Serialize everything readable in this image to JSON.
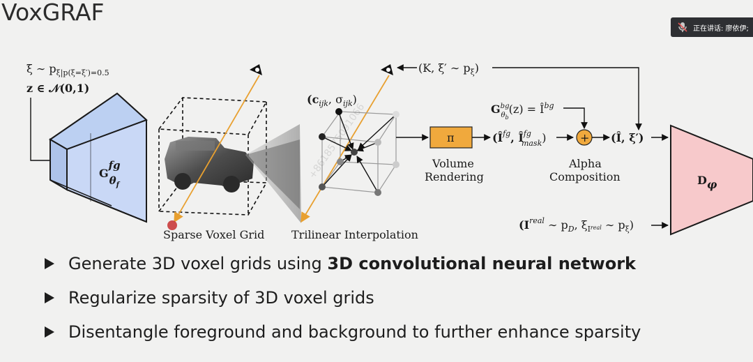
{
  "slide": {
    "title": "VoxGRAF",
    "speaker_badge": "正在讲话: 廖依伊;",
    "watermark": "+8618575091066"
  },
  "diagram": {
    "xi_prior": "ξ ∼ p",
    "xi_prior_sub": "ξ",
    "xi_prior_cond": "|p(ξ=ξ′)=0.5",
    "z_prior": "z ∈ 𝒩(0,1)",
    "gen_fg": "G",
    "gen_fg_sup": "fg",
    "gen_fg_sub": "θ",
    "gen_fg_subsub": "f",
    "sparse_voxel_grid": "Sparse Voxel Grid",
    "cell_params": "(c",
    "cell_params_sub": "ijk",
    "cell_params_mid": ", σ",
    "cell_params_sub2": "ijk",
    "cell_params_end": ")",
    "trilinear": "Trilinear Interpolation",
    "camera_input": "(K, ξ′ ∼ p",
    "camera_input_sub": "ξ",
    "camera_input_end": ")",
    "pi_label": "π",
    "volume_rendering_1": "Volume",
    "volume_rendering_2": "Rendering",
    "fg_outputs": "(Î",
    "fg_outputs_sup": "fg",
    "fg_outputs_mid": ", Î",
    "fg_outputs_sup2": "fg",
    "fg_outputs_sub2": "mask",
    "fg_outputs_end": ")",
    "gen_bg": "G",
    "gen_bg_sup": "bg",
    "gen_bg_sub": "θ",
    "gen_bg_subsub": "b",
    "gen_bg_rhs": "(z) = Î",
    "gen_bg_rhs_sup": "bg",
    "plus": "+",
    "alpha_comp_1": "Alpha",
    "alpha_comp_2": "Composition",
    "composite_out": "(Î, ξ′)",
    "real_input": "(I",
    "real_input_sup": "real",
    "real_input_mid": " ∼ p",
    "real_input_sub": "D",
    "real_input_mid2": ", ξ",
    "real_input_sub2": "I",
    "real_input_subsup": "real",
    "real_input_end": " ∼ p",
    "real_input_sub3": "ξ",
    "real_input_close": ")",
    "disc": "D",
    "disc_sub": "φ"
  },
  "bullets": [
    {
      "text": "Generate 3D voxel grids using ",
      "bold": "3D convolutional neural network"
    },
    {
      "text": "Regularize sparsity of 3D voxel grids",
      "bold": ""
    },
    {
      "text": "Disentangle foreground and background to further enhance sparsity",
      "bold": ""
    }
  ],
  "colors": {
    "generator_fill": "#c9d8f6",
    "discriminator_fill": "#f7c9cb",
    "pi_box": "#f0a93d",
    "ray": "#e8a030"
  }
}
